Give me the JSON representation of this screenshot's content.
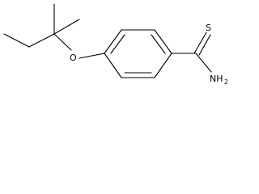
{
  "molecule": {
    "atoms": {
      "oxygen": "O",
      "sulfur": "S",
      "amine_main": "NH",
      "amine_sub": "2"
    }
  }
}
